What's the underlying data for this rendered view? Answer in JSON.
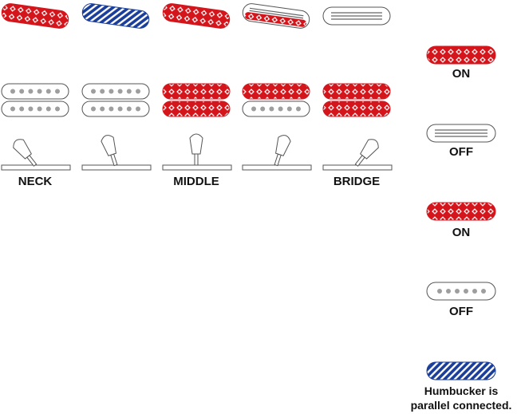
{
  "positions": [
    {
      "label": "NECK",
      "single": "on-red",
      "neck_coil": "off",
      "bridge_coil": "off",
      "lever": "far-left"
    },
    {
      "label": "",
      "single": "on-parallel",
      "neck_coil": "off",
      "bridge_coil": "off",
      "lever": "left"
    },
    {
      "label": "MIDDLE",
      "single": "on-red",
      "neck_coil": "on",
      "bridge_coil": "on",
      "lever": "center"
    },
    {
      "label": "",
      "single": "on-red-split",
      "neck_coil": "on",
      "bridge_coil": "off",
      "lever": "right"
    },
    {
      "label": "BRIDGE",
      "single": "off",
      "neck_coil": "on",
      "bridge_coil": "on",
      "lever": "far-right"
    }
  ],
  "legend": {
    "single_on": "ON",
    "single_off": "OFF",
    "coil_on": "ON",
    "coil_off": "OFF",
    "parallel_line1": "Humbucker is",
    "parallel_line2": "parallel connected."
  },
  "colors": {
    "on_red": "#d4161c",
    "parallel_blue": "#1a3e9a",
    "outline": "#555555",
    "pole": "#9e9e9e",
    "text": "#111111"
  }
}
